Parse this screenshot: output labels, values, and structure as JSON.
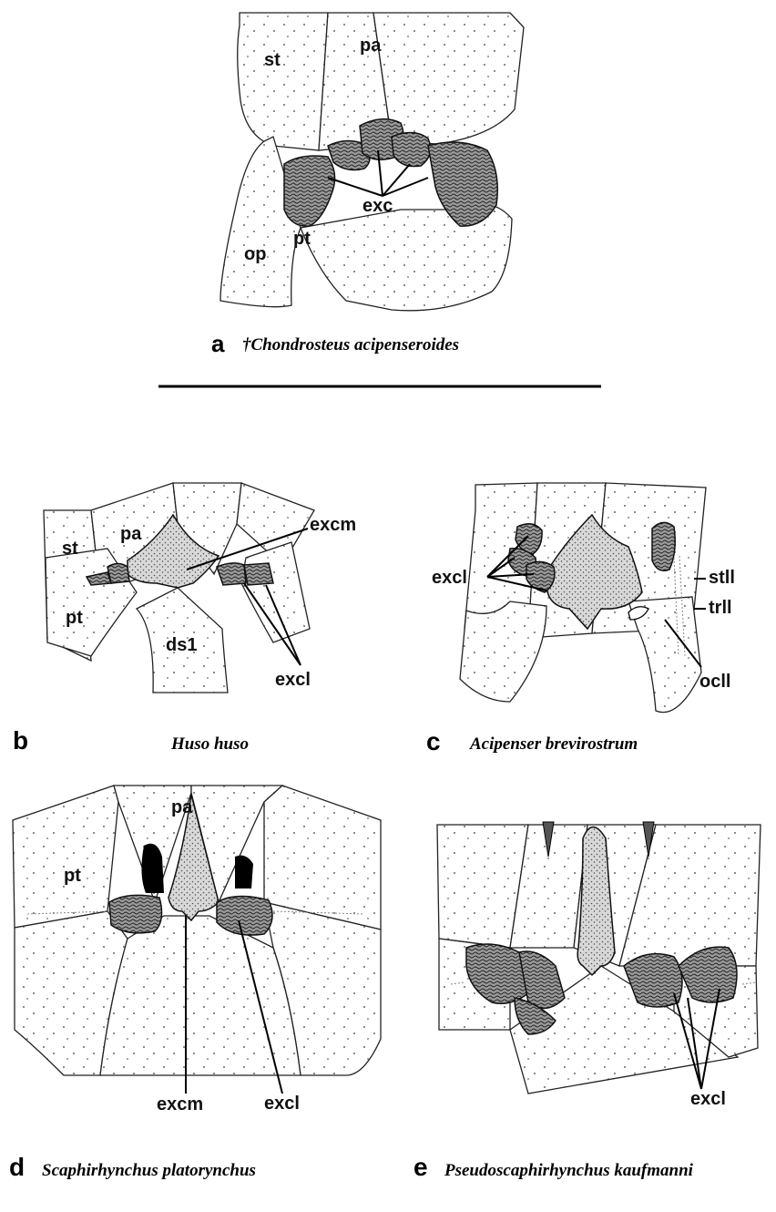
{
  "panels": {
    "a": {
      "letter": "a",
      "species": "†Chondrosteus acipenseroides",
      "labels": {
        "st": "st",
        "pa": "pa",
        "op": "op",
        "pt": "pt",
        "exc": "exc"
      }
    },
    "b": {
      "letter": "b",
      "species": "Huso huso",
      "labels": {
        "st": "st",
        "pa": "pa",
        "pt": "pt",
        "ds1": "ds1",
        "excm": "excm",
        "excl": "excl"
      }
    },
    "c": {
      "letter": "c",
      "species": "Acipenser brevirostrum",
      "labels": {
        "excl": "excl",
        "stll": "stll",
        "trll": "trll",
        "ocll": "ocll"
      }
    },
    "d": {
      "letter": "d",
      "species": "Scaphirhynchus platorynchus",
      "labels": {
        "pa": "pa",
        "pt": "pt",
        "excm": "excm",
        "excl": "excl"
      }
    },
    "e": {
      "letter": "e",
      "species": "Pseudoscaphirhynchus kaufmanni",
      "labels": {
        "excl": "excl"
      }
    }
  }
}
